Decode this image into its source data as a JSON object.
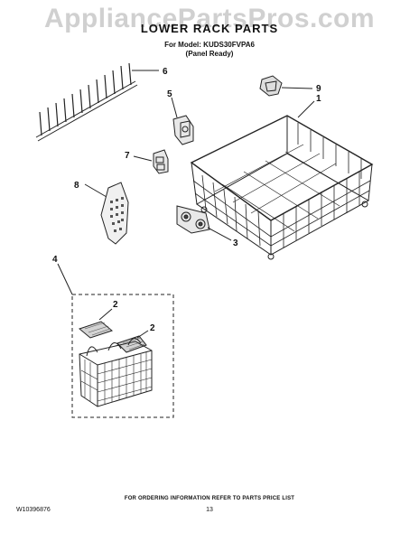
{
  "watermark": "AppliancePartsPros.com",
  "title": "LOWER RACK PARTS",
  "model_line": "For Model: KUDS30FVPA6",
  "panel_line": "(Panel Ready)",
  "callouts": [
    "6",
    "9",
    "5",
    "1",
    "7",
    "8",
    "3",
    "4",
    "2",
    "2"
  ],
  "footer_note": "FOR ORDERING INFORMATION REFER TO PARTS PRICE LIST",
  "doc_number": "W10396876",
  "page_number": "13",
  "colors": {
    "line": "#222222",
    "watermark": "#969696",
    "fill_dark": "#444444"
  }
}
